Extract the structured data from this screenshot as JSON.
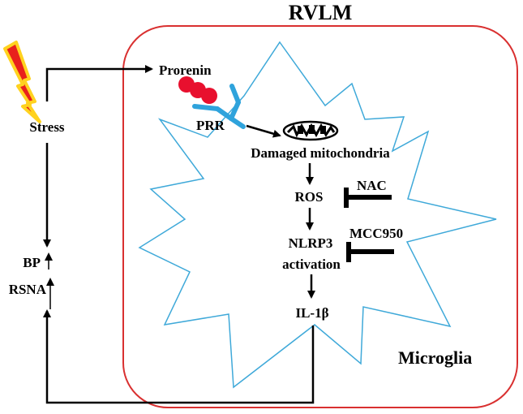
{
  "title": "RVLM",
  "labels": {
    "stress": "Stress",
    "prorenin": "Prorenin",
    "prr": "PRR",
    "mito": "Damaged mitochondria",
    "ros": "ROS",
    "nac": "NAC",
    "nlrp3": "NLRP3",
    "activation": "activation",
    "mcc950": "MCC950",
    "il1b": "IL-1β",
    "bp": "BP",
    "rsna": "RSNA",
    "microglia": "Microglia"
  },
  "colors": {
    "region_border": "#d93030",
    "microglia_outline": "#3fa9d9",
    "prorenin": "#e8102e",
    "receptor": "#2fa3dc",
    "lightning_fill": "#e8201c",
    "lightning_glow": "#ffd21f",
    "arrow": "#000000"
  }
}
